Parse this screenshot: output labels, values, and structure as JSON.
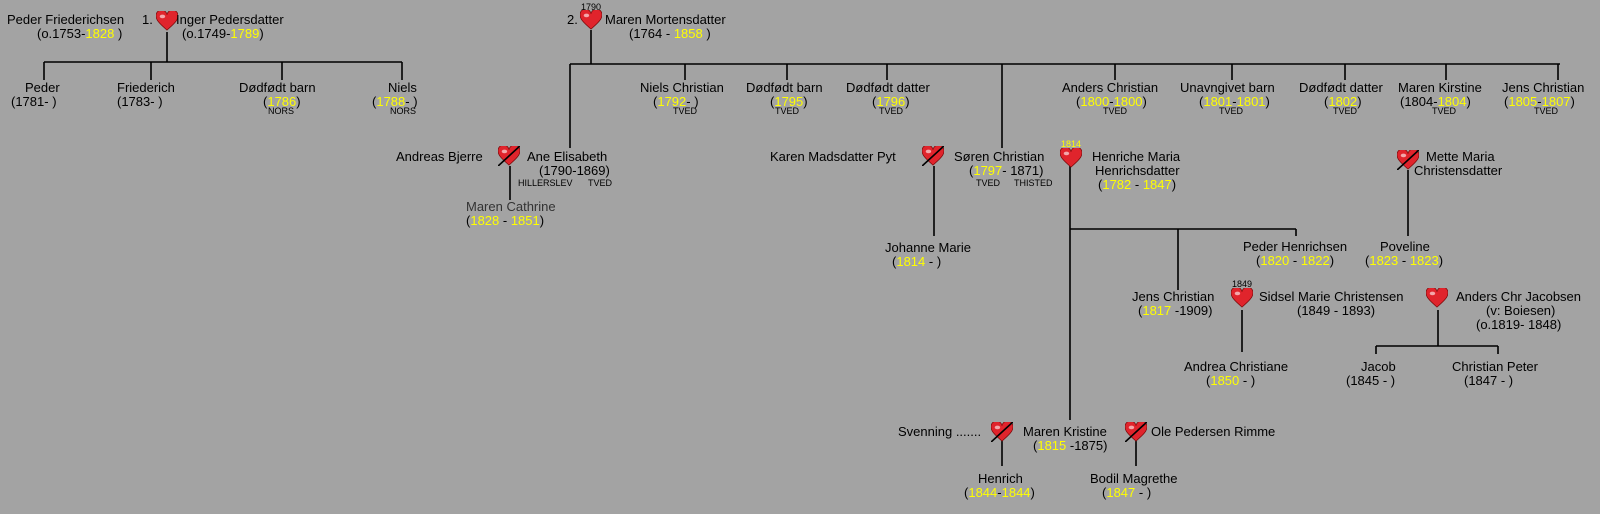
{
  "people": {
    "peder_friederichsen": {
      "name": "Peder Friederichsen",
      "pre": "(o.1753-",
      "y1": "1828",
      "post": " )"
    },
    "inger": {
      "marker": "1.",
      "name": "Inger Pedersdatter",
      "pre": "(o.1749-",
      "y1": "1789",
      "post": ")"
    },
    "maren_m": {
      "marker": "2.",
      "marriage_year": "1790",
      "name": "Maren Mortensdatter",
      "pre": "(1764 - ",
      "y1": "1858",
      "post": " )"
    },
    "peder": {
      "name": "Peder",
      "dates": "(1781-      )"
    },
    "friederich": {
      "name": "Friederich",
      "dates": "(1783-      )"
    },
    "dodfodt1": {
      "name": "Dødfødt barn",
      "pre": "(",
      "y1": "1786",
      "post": ")",
      "place": "NORS"
    },
    "niels": {
      "name": "Niels",
      "pre": "(",
      "y1": "1788",
      "mid": "-      )",
      "place": "NORS"
    },
    "niels_christian": {
      "name": "Niels Christian",
      "pre": "(",
      "y1": "1792",
      "mid": "-      )",
      "place": "TVED"
    },
    "dodfodt2": {
      "name": "Dødfødt barn",
      "pre": "(",
      "y1": "1795",
      "post": ")",
      "place": "TVED"
    },
    "dodfodt_datter1": {
      "name": "Dødfødt datter",
      "pre": "(",
      "y1": "1796",
      "post": ")",
      "place": "TVED"
    },
    "anders_christian": {
      "name": "Anders Christian",
      "pre": "(",
      "y1": "1800",
      "mid": "-",
      "y2": "1800",
      "post": ")",
      "place": "TVED"
    },
    "unavngivet": {
      "name": "Unavngivet barn",
      "pre": "(",
      "y1": "1801",
      "mid": "-",
      "y2": "1801",
      "post": ")",
      "place": "TVED"
    },
    "dodfodt_datter2": {
      "name": "Dødfødt datter",
      "pre": "(",
      "y1": "1802",
      "post": ")",
      "place": "TVED"
    },
    "maren_kirstine": {
      "name": "Maren Kirstine",
      "pre": "(1804-",
      "y1": "1804",
      "post": ")",
      "place": "TVED"
    },
    "jens_christian1": {
      "name": "Jens Christian",
      "pre": "(",
      "y1": "1805",
      "mid": "-",
      "y2": "1807",
      "post": ")",
      "place": "TVED"
    },
    "andreas_bjerre": {
      "name": "Andreas Bjerre"
    },
    "ane_elisabeth": {
      "name": "Ane Elisabeth",
      "dates": "(1790-1869)",
      "place1": "HILLERSLEV",
      "place2": "TVED"
    },
    "maren_cathrine": {
      "name": "Maren Cathrine",
      "pre": "(",
      "y1": "1828",
      "mid": " - ",
      "y2": "1851",
      "post": ")"
    },
    "karen": {
      "name": "Karen Madsdatter Pyt"
    },
    "soren": {
      "name": "Søren Christian",
      "pre": "(",
      "y1": "1797",
      "post": "- 1871)",
      "place1": "TVED",
      "place2": "THISTED"
    },
    "henriche": {
      "marriage_year": "1814",
      "name1": "Henriche Maria",
      "name2": "Henrichsdatter",
      "pre": "(",
      "y1": "1782",
      "mid": " - ",
      "y2": "1847",
      "post": ")"
    },
    "mette": {
      "name1": "Mette Maria",
      "name2": "Christensdatter"
    },
    "johanne": {
      "name": "Johanne Marie",
      "pre": "(",
      "y1": "1814",
      "mid": " -        )"
    },
    "peder_henrichsen": {
      "name": "Peder Henrichsen",
      "pre": "(",
      "y1": "1820",
      "mid": " - ",
      "y2": "1822",
      "post": ")"
    },
    "poveline": {
      "name": "Poveline",
      "pre": "(",
      "y1": "1823",
      "mid": " - ",
      "y2": "1823",
      "post": ")"
    },
    "jens_christian2": {
      "name": "Jens Christian",
      "pre": "(",
      "y1": "1817",
      "post": " -1909)"
    },
    "sidsel": {
      "marriage_year": "1849",
      "name": "Sidsel Marie Christensen",
      "dates": "(1849 - 1893)"
    },
    "anders_chr": {
      "name1": "Anders Chr Jacobsen",
      "name2": "(v: Boiesen)",
      "dates": "(o.1819- 1848)"
    },
    "andrea": {
      "name": "Andrea Christiane",
      "pre": "(",
      "y1": "1850",
      "mid": " -        )"
    },
    "jacob": {
      "name": "Jacob",
      "dates": "(1845 -     )"
    },
    "christian_peter": {
      "name": "Christian Peter",
      "dates": "(1847 -      )"
    },
    "svenning": {
      "name": "Svenning ......."
    },
    "maren_kristine": {
      "name": "Maren Kristine",
      "pre": "(",
      "y1": "1815",
      "post": " -1875)"
    },
    "ole": {
      "name": "Ole Pedersen Rimme"
    },
    "henrich": {
      "name": "Henrich",
      "pre": "(",
      "y1": "1844",
      "mid": "-",
      "y2": "1844",
      "post": ")"
    },
    "bodil": {
      "name": "Bodil Magrethe",
      "pre": "(",
      "y1": "1847",
      "mid": " -        )"
    }
  },
  "colors": {
    "background": "#a3a3a3",
    "year_highlight": "#ffff00",
    "heart": "#e0242c"
  },
  "icons": {
    "marriage": "heart-icon",
    "divorce": "crossed-heart-icon"
  }
}
